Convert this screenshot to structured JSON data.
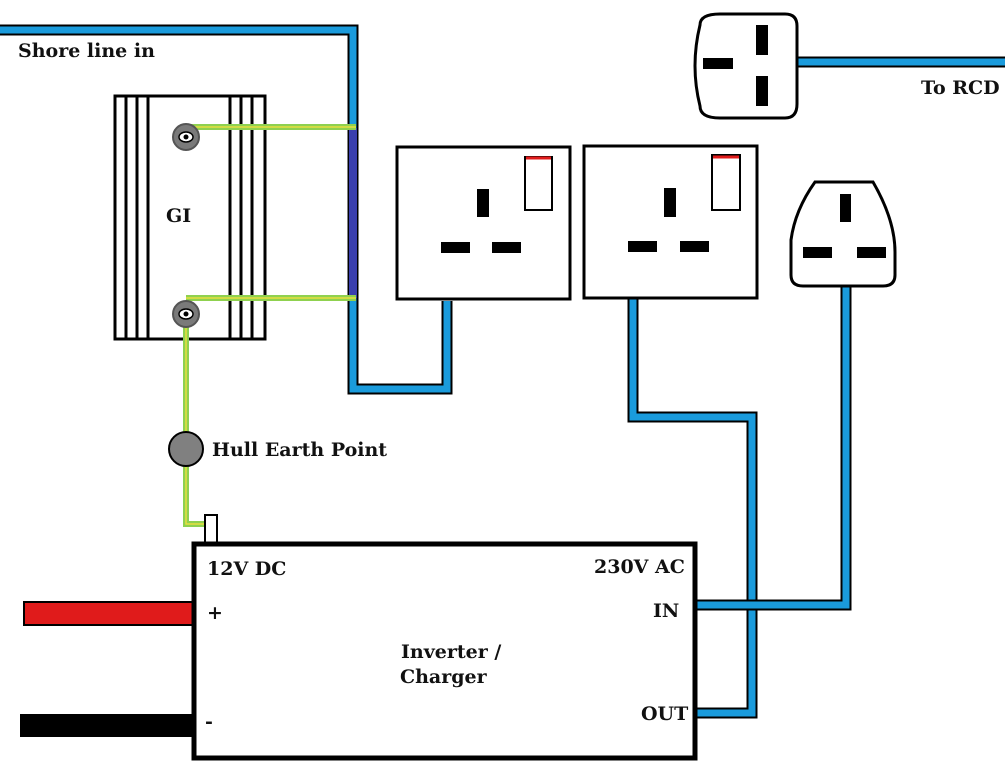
{
  "labels": {
    "shore_line": "Shore line in",
    "to_rcd": "To RCD",
    "gi": "GI",
    "hull_earth": "Hull Earth Point",
    "dc": "12V DC",
    "ac": "230V AC",
    "in": "IN",
    "out": "OUT",
    "plus": "+",
    "minus": "-",
    "inverter_line1": "Inverter /",
    "inverter_line2": "Charger"
  },
  "colors": {
    "ac_cable": "#1a9bdc",
    "outline": "#000000",
    "earth_green": "#8fd14f",
    "earth_yellow": "#e8e040",
    "dc_positive": "#e01b1b",
    "dc_negative": "#000000",
    "gi_bus": "#3a3fae",
    "switch_red": "#e01b1b",
    "terminal_grey": "#7a7a7a"
  }
}
